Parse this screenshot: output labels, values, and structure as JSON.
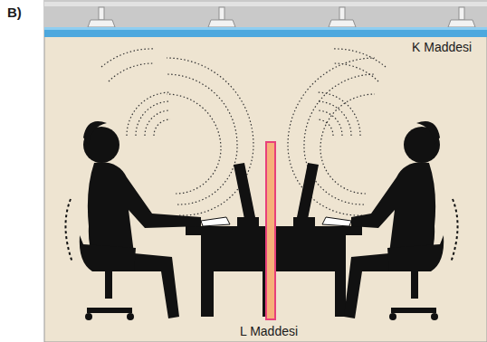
{
  "diagram": {
    "labels": [
      "B)",
      "K Maddesi",
      "L Maddesi"
    ]
  }
}
